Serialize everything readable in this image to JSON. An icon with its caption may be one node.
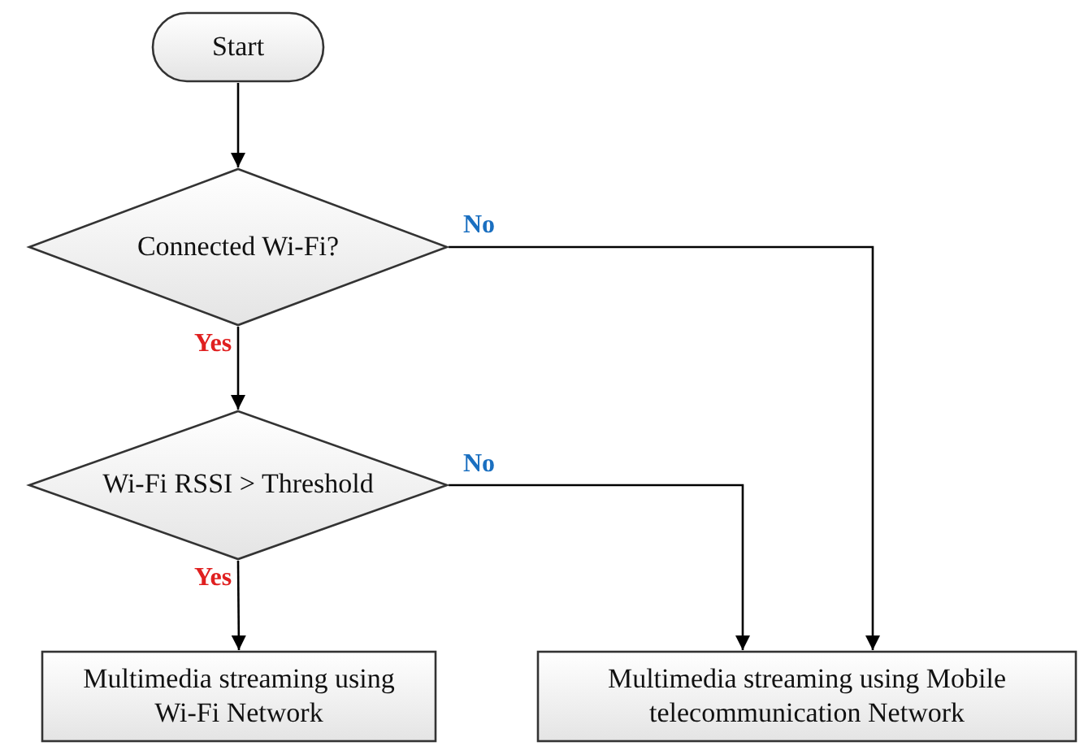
{
  "diagram": {
    "nodes": [
      {
        "text": [
          "Start"
        ]
      },
      {
        "text": [
          "Connected Wi-Fi?"
        ]
      },
      {
        "text": [
          "Wi-Fi RSSI > Threshold"
        ]
      },
      {
        "text": [
          "Multimedia streaming using Wi-Fi Network"
        ]
      },
      {
        "text": [
          "Multimedia streaming using Mobile telecommunication Network"
        ]
      }
    ],
    "edges": [
      {
        "from": 0,
        "to": 1,
        "arrow": "to"
      },
      {
        "from": 1,
        "to": 2,
        "arrow": "to",
        "label": "Yes"
      },
      {
        "from": 1,
        "to": 4,
        "arrow": "to",
        "label": "No"
      },
      {
        "from": 2,
        "to": 3,
        "arrow": "to",
        "label": "Yes"
      },
      {
        "from": 2,
        "to": 4,
        "arrow": "to",
        "label": "No"
      }
    ]
  }
}
